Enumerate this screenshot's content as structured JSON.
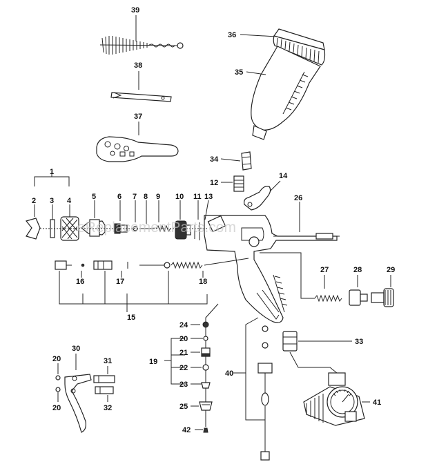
{
  "watermark": "eReplacementParts.com",
  "callouts": [
    "1",
    "2",
    "3",
    "4",
    "5",
    "6",
    "7",
    "8",
    "9",
    "10",
    "11",
    "12",
    "13",
    "14",
    "15",
    "16",
    "17",
    "18",
    "19",
    "20",
    "20",
    "20",
    "21",
    "22",
    "23",
    "24",
    "25",
    "26",
    "27",
    "28",
    "29",
    "30",
    "31",
    "32",
    "33",
    "34",
    "35",
    "36",
    "37",
    "38",
    "39",
    "40",
    "41",
    "42"
  ]
}
